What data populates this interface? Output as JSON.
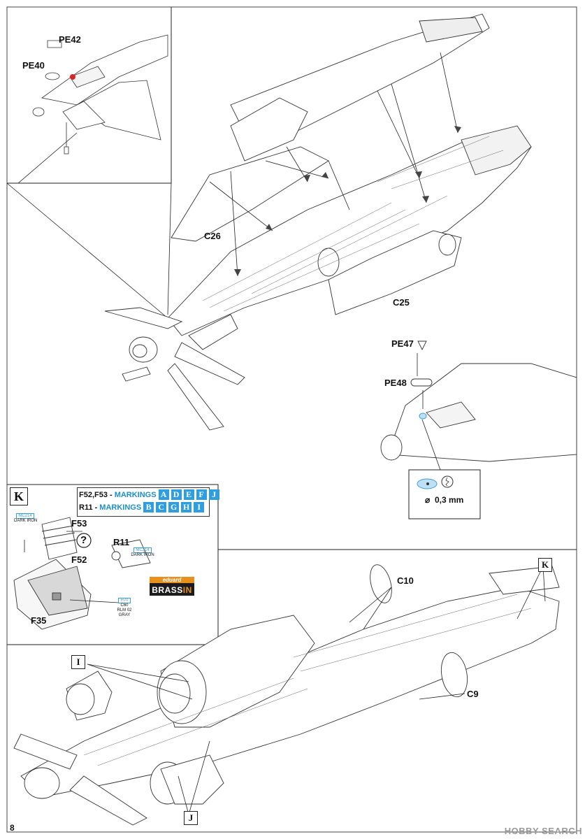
{
  "page_number": "8",
  "parts": {
    "pe40": "PE40",
    "pe42": "PE42",
    "pe47": "PE47",
    "pe48": "PE48",
    "c25": "C25",
    "c26": "C26",
    "c9": "C9",
    "c10": "C10",
    "f35": "F35",
    "f52": "F52",
    "f53": "F53",
    "r11": "R11"
  },
  "drill": {
    "size": "0,3 mm",
    "diameter_symbol": "⌀"
  },
  "section_k": {
    "marker": "K",
    "markings_rows": [
      {
        "parts": "F52,F53 - ",
        "word": "MARKINGS",
        "letters": [
          "A",
          "D",
          "E",
          "F",
          "J"
        ]
      },
      {
        "parts": "R11 - ",
        "word": "MARKINGS",
        "letters": [
          "B",
          "C",
          "G",
          "H",
          "I"
        ]
      }
    ],
    "paint_f53": {
      "code": "MC214",
      "name": "DARK IRON"
    },
    "paint_r11": {
      "code": "MC214",
      "name": "DARK IRON"
    },
    "paint_f35": {
      "code": "H70",
      "line2": "C60",
      "line3": "RLM 02",
      "line4": "GRAY"
    },
    "question_mark": "?",
    "brassin": {
      "line1": "eduard",
      "line2_a": "BRASS",
      "line2_b": "IN"
    }
  },
  "callouts": {
    "i": "I",
    "j": "J",
    "k": "K"
  },
  "watermark": "HOBBY SEARCH",
  "colors": {
    "red_part": "#d7262b",
    "paint_blue": "#3aa0d6",
    "marking_blue": "#2e9ee0",
    "brassin_orange": "#e7901c"
  }
}
